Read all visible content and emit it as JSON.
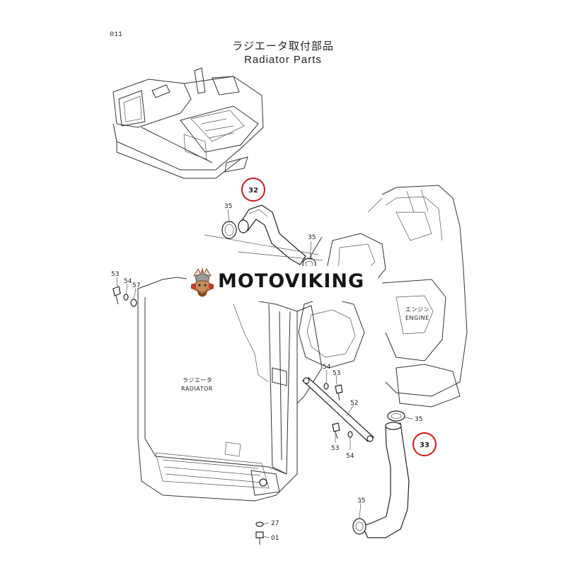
{
  "page_number": "011",
  "title_jp": "ラジエータ取付部品",
  "title_en": "Radiator Parts",
  "labels": {
    "engine_jp": "エンジン",
    "engine_en": "ENGINE",
    "radiator_jp": "ラジエータ",
    "radiator_en": "RADIATOR"
  },
  "callouts": {
    "upper_hose": "32",
    "lower_hose": "33",
    "clamp": "35",
    "bolt": "53",
    "washer": "54",
    "spacer": "57",
    "stay": "52",
    "washer_bottom": "27",
    "bolt_bottom": "01"
  },
  "watermark": "MOTOVIKING",
  "colors": {
    "highlight_circle": "#d01818",
    "line": "#333333",
    "logo_red": "#c0392b",
    "logo_brown": "#7a4a2a"
  }
}
